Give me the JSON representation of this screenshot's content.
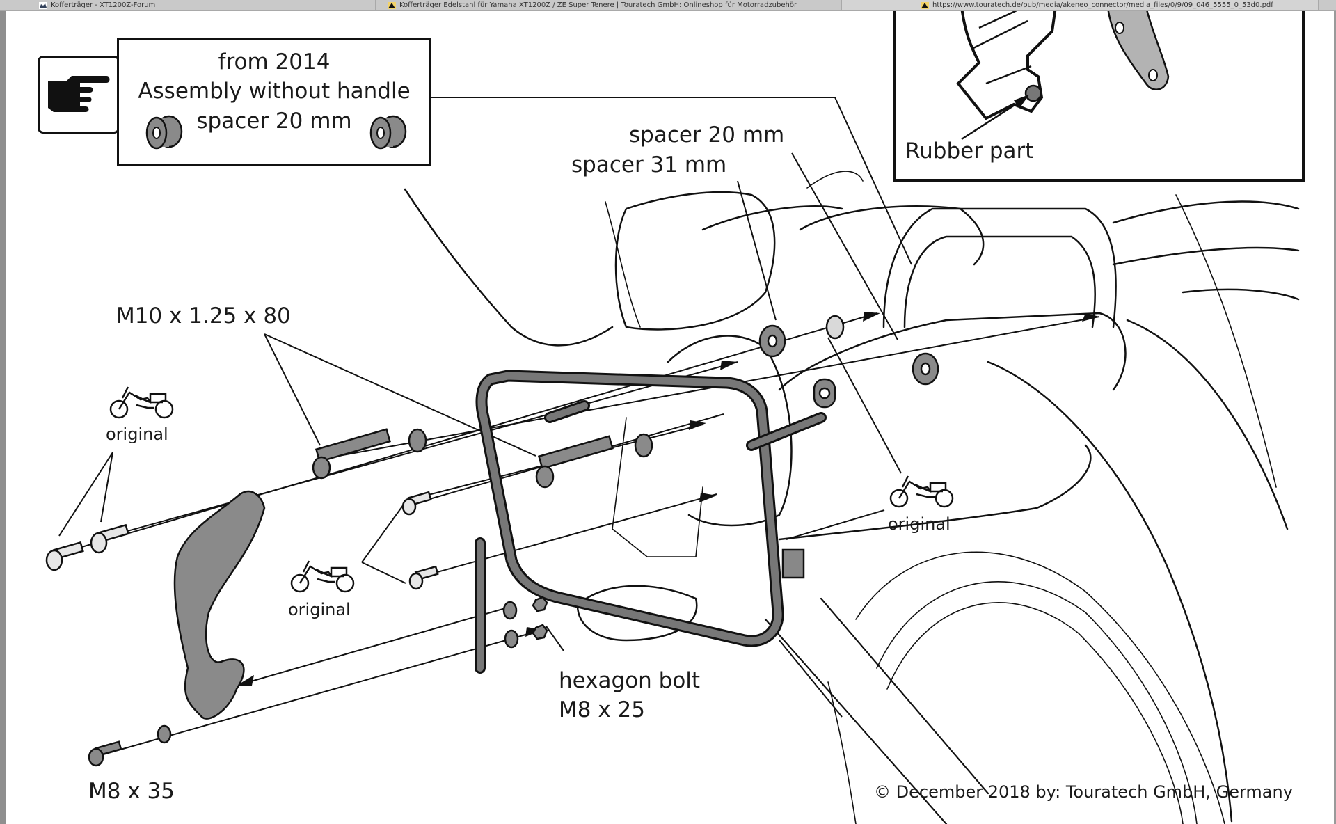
{
  "browser": {
    "tabs": [
      {
        "title": "Kofferträger - XT1200Z-Forum",
        "favicon": "motorcycle-favicon",
        "active": false
      },
      {
        "title": "Kofferträger Edelstahl für Yamaha XT1200Z / ZE Super Tenere | Touratech GmbH: Onlineshop für Motorradzubehör",
        "favicon": "touratech-favicon",
        "active": false
      },
      {
        "title": "https://www.touratech.de/pub/media/akeneo_connector/media_files/0/9/09_046_5555_0_53d0.pdf",
        "favicon": "touratech-favicon",
        "active": true
      }
    ]
  },
  "document": {
    "note": {
      "icon": "pointing-hand-icon",
      "line1": "from 2014",
      "line2": "Assembly without handle",
      "line3": "spacer 20 mm"
    },
    "inset": {
      "label": "Rubber part"
    },
    "labels": {
      "spacer_20": "spacer 20 mm",
      "spacer_31": "spacer 31 mm",
      "bolt_m10": "M10 x 1.25 x 80",
      "original_left": "original",
      "original_middle": "original",
      "original_right": "original",
      "hex_bolt_line1": "hexagon bolt",
      "hex_bolt_line2": "M8 x 25",
      "bolt_m8_35": "M8 x 35"
    },
    "copyright": "© December 2018 by: Touratech GmbH, Germany"
  }
}
